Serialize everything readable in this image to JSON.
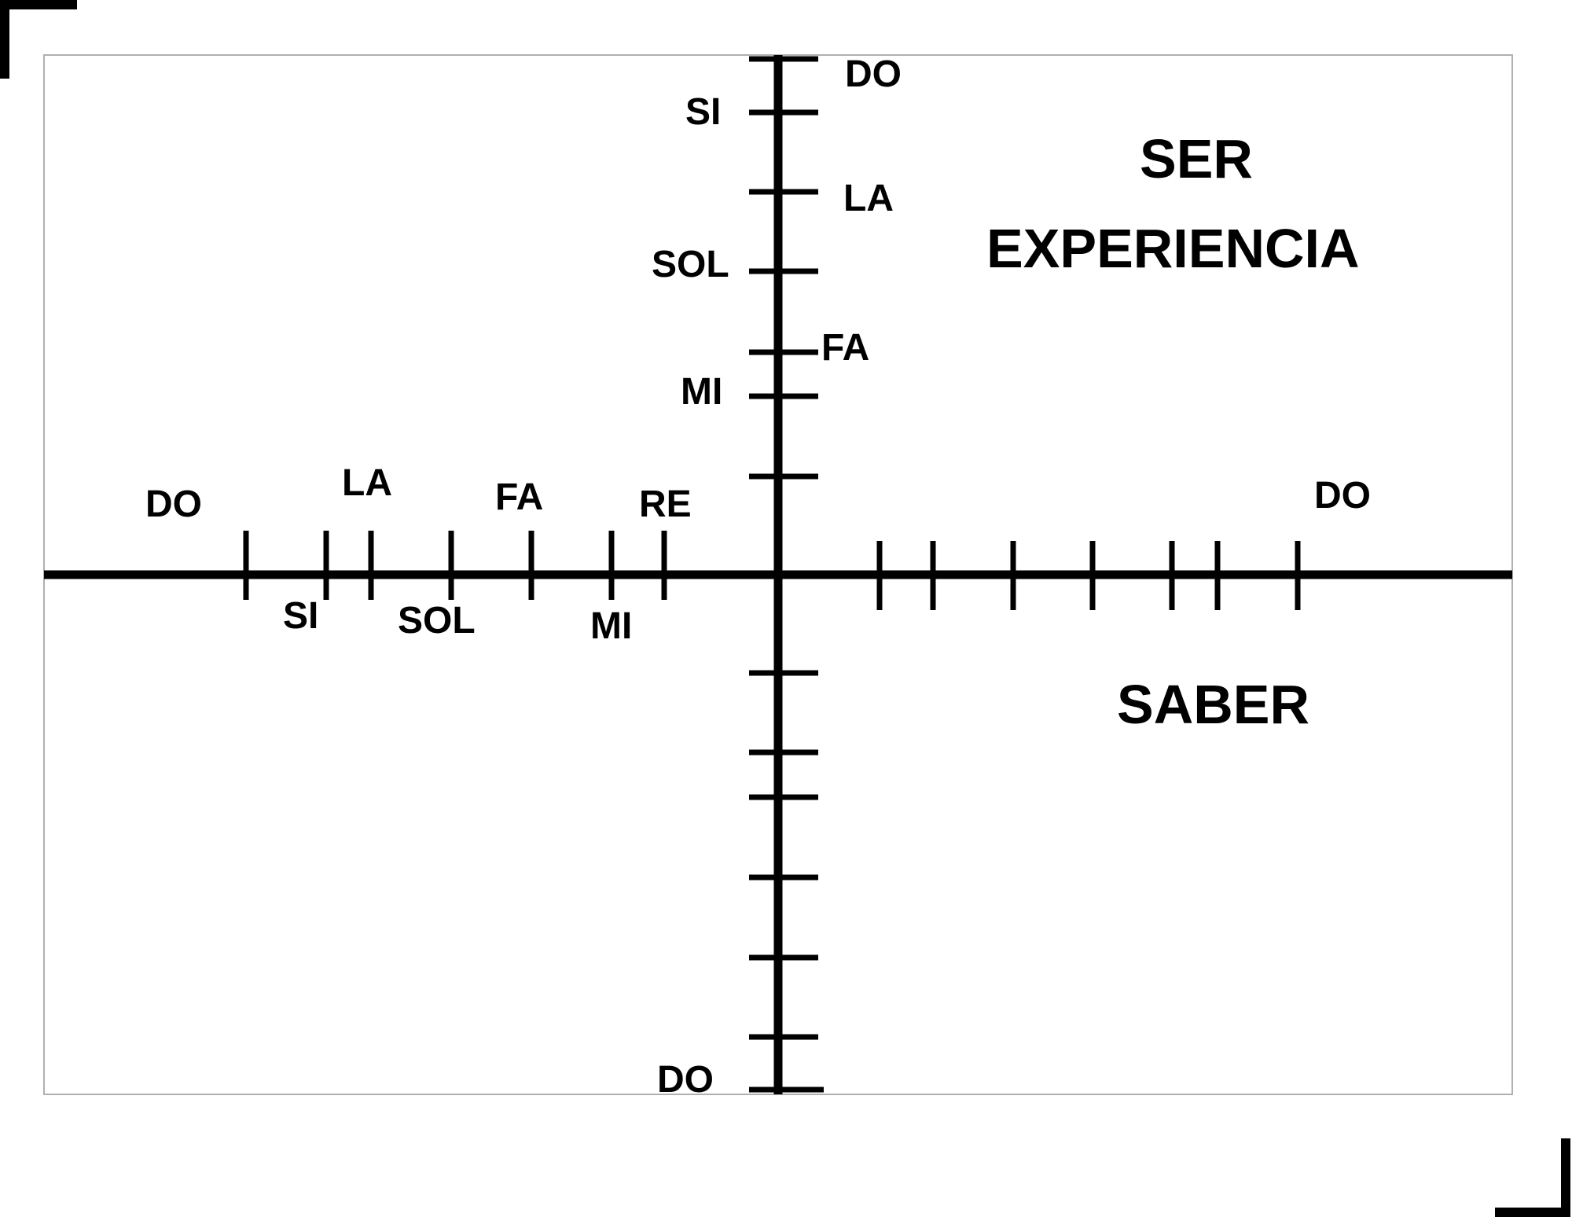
{
  "labels": {
    "ser": "SER",
    "experiencia": "EXPERIENCIA",
    "saber": "SABER"
  },
  "vertical_notes": {
    "do_top": "DO",
    "si": "SI",
    "la": "LA",
    "sol": "SOL",
    "fa": "FA",
    "mi": "MI",
    "do_bottom": "DO"
  },
  "horizontal_notes": {
    "do_left": "DO",
    "si": "SI",
    "la": "LA",
    "sol": "SOL",
    "fa": "FA",
    "mi": "MI",
    "re": "RE",
    "do_right": "DO"
  },
  "colors": {
    "line": "#000000",
    "frame": "#b0b0b0",
    "background": "#ffffff"
  }
}
